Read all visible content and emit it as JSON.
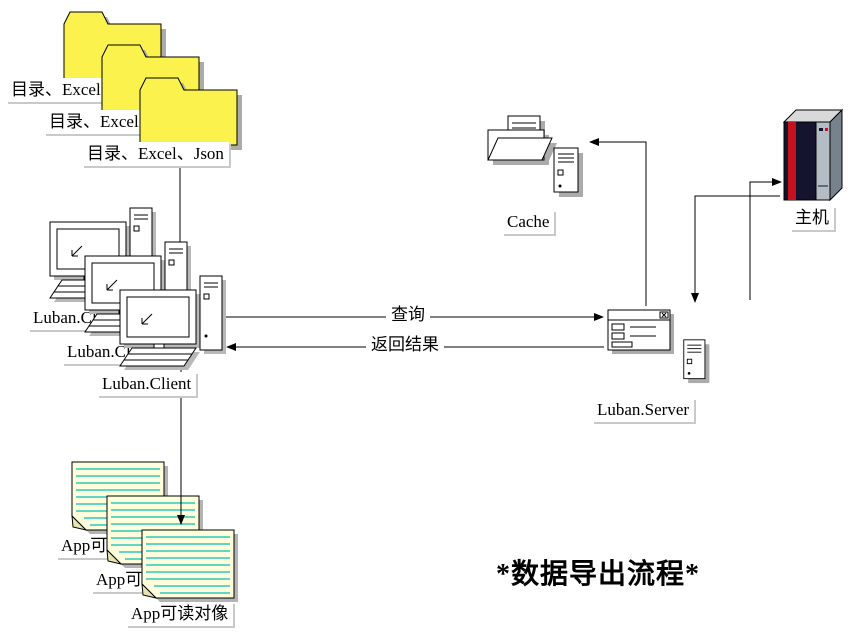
{
  "title": "*数据导出流程*",
  "nodes": {
    "config_folders": {
      "labels": [
        "目录、Excel、Json",
        "目录、Excel、Json",
        "目录、Excel、Json"
      ]
    },
    "client": {
      "labels": [
        "Luban.Client",
        "Luban.Client",
        "Luban.Client"
      ]
    },
    "cache": {
      "label": "Cache"
    },
    "host": {
      "label": "主机"
    },
    "server": {
      "label": "Luban.Server"
    },
    "app_objects": {
      "labels": [
        "App可读对像",
        "App可读对像",
        "App可读对像"
      ]
    }
  },
  "edges": {
    "query": "查询",
    "response": "返回结果"
  },
  "colors": {
    "folder_yellow": "#FBF24E",
    "note_fill": "#FFFFDC",
    "note_rule": "#2EC8BE",
    "host_body": "#14142E",
    "host_stripe": "#C5121E",
    "host_panel": "#B4BCC4",
    "shadow_gray": "#ABABAB",
    "connector": "#000000"
  }
}
